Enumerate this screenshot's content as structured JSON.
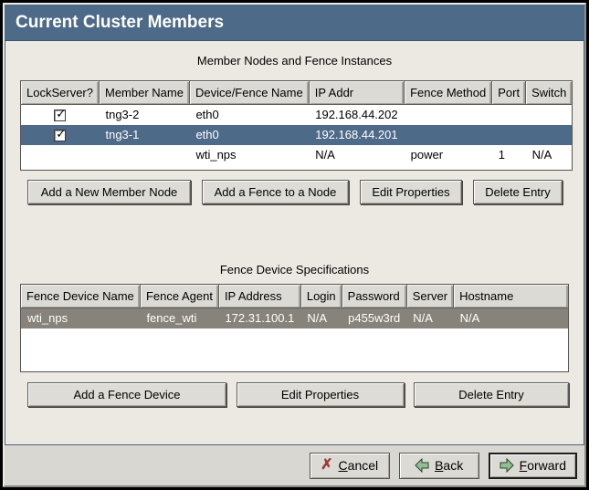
{
  "window": {
    "title": "Current Cluster Members"
  },
  "member_section": {
    "caption": "Member Nodes and Fence Instances",
    "columns": [
      "LockServer?",
      "Member Name",
      "Device/Fence Name",
      "IP Addr",
      "Fence Method",
      "Port",
      "Switch"
    ],
    "rows": [
      {
        "lockserver_checked": true,
        "member_name": "tng3-2",
        "device_fence_name": "eth0",
        "ip_addr": "192.168.44.202",
        "fence_method": "",
        "port": "",
        "switch": "",
        "selected": false
      },
      {
        "lockserver_checked": true,
        "member_name": "tng3-1",
        "device_fence_name": "eth0",
        "ip_addr": "192.168.44.201",
        "fence_method": "",
        "port": "",
        "switch": "",
        "selected": true
      },
      {
        "lockserver_checked": false,
        "member_name": "",
        "device_fence_name": "wti_nps",
        "ip_addr": "N/A",
        "fence_method": "power",
        "port": "1",
        "switch": "N/A",
        "selected": false
      }
    ],
    "buttons": {
      "add_member": "Add a New Member Node",
      "add_fence": "Add a Fence to a Node",
      "edit": "Edit Properties",
      "delete": "Delete Entry"
    }
  },
  "fence_section": {
    "caption": "Fence Device Specifications",
    "columns": [
      "Fence Device Name",
      "Fence Agent",
      "IP Address",
      "Login",
      "Password",
      "Server",
      "Hostname"
    ],
    "rows": [
      {
        "fence_device_name": "wti_nps",
        "fence_agent": "fence_wti",
        "ip_address": "172.31.100.1",
        "login": "N/A",
        "password": "p455w3rd",
        "server": "N/A",
        "hostname": "N/A",
        "selected": true
      }
    ],
    "buttons": {
      "add_device": "Add a Fence Device",
      "edit": "Edit Properties",
      "delete": "Delete Entry"
    }
  },
  "footer": {
    "cancel": {
      "accel": "C",
      "rest": "ancel",
      "icon": "cancel-x-icon"
    },
    "back": {
      "accel": "B",
      "rest": "ack",
      "icon": "back-arrow-icon"
    },
    "forward": {
      "accel": "F",
      "rest": "orward",
      "icon": "forward-arrow-icon"
    }
  },
  "icons": {
    "checkmark": "✓",
    "cancel_x": "✗"
  },
  "colors": {
    "title_bar": "#4d6a88",
    "selected_row_focused": "#4d6a88",
    "selected_row_unfocused": "#87837a",
    "content_bg": "#ece9e3",
    "footer_bg": "#d9d7d1",
    "cancel_icon_red": "#9e3a3a",
    "arrow_icon_green": "#94bd94"
  }
}
